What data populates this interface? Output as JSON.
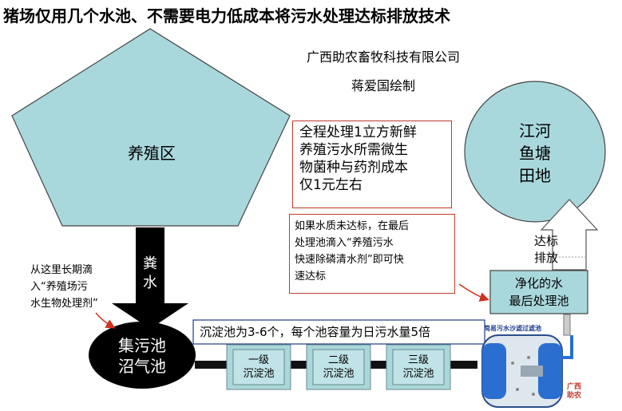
{
  "title": "猪场仅用几个水池、不需要电力低成本将污水处理达标排放技术",
  "company": "广西助农畜牧科技有限公司",
  "author": "蒋爱国绘制",
  "farm_area": "养殖区",
  "manure_label_1": "粪",
  "manure_label_2": "水",
  "river_lines": [
    "江河",
    "鱼塘",
    "田地"
  ],
  "cost_note": [
    "全程处理1立方新鲜",
    "养殖污水所需微生",
    "物菌种与药剂成本",
    "仅1元左右"
  ],
  "quality_note": [
    "如果水质未达标，在最后",
    "处理池滴入“养殖污水",
    "快速除磷清水剂”即可快",
    "速达标"
  ],
  "long_term_note": [
    "从这里长期滴",
    "入“养殖场污",
    "水生物处理剂”"
  ],
  "biogas_tank": [
    "集污池",
    "沼气池"
  ],
  "sedimentation_note": "沉淀池为3-6个，每个池容量为日污水量5倍",
  "tanks": [
    {
      "line1": "一级",
      "line2": "沉淀池"
    },
    {
      "line1": "二级",
      "line2": "沉淀池"
    },
    {
      "line1": "三级",
      "line2": "沉淀池"
    }
  ],
  "final_pool": [
    "净化的水",
    "最后处理池"
  ],
  "discharge_label": [
    "达标",
    "排放"
  ],
  "filter_caption": "简易污水沙滤过滤池",
  "filter_brand": [
    "广西",
    "助农"
  ],
  "colors": {
    "pentagon": "#a9d8dc",
    "circle": "#a9d8dc",
    "final_pool": "#a9d8dc",
    "note_border": "#c0392b",
    "tank_fill": "#a9d8dc",
    "tank_edge": "#6b8a8c",
    "blue_box_border": "#1f3b8c"
  }
}
